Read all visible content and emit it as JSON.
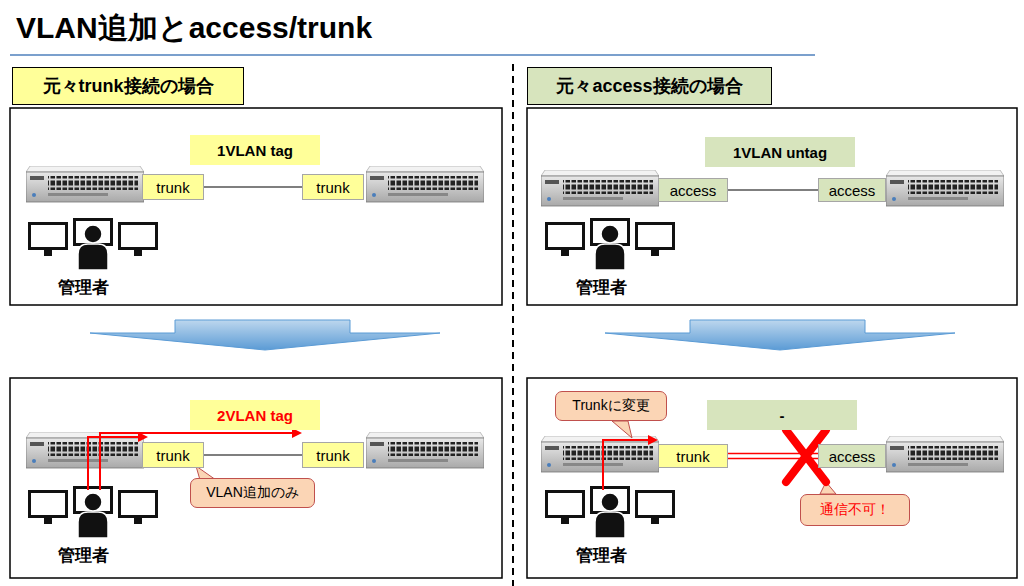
{
  "diagram": {
    "title": "VLAN追加とaccess/trunk",
    "nodes": [
      {
        "text": [
          "元々trunk接続の場合"
        ]
      },
      {
        "text": [
          "1VLAN tag"
        ]
      },
      {
        "text": [
          "trunk"
        ]
      },
      {
        "text": [
          "trunk"
        ]
      },
      {
        "text": [
          "2VLAN tag"
        ]
      },
      {
        "text": [
          "trunk"
        ]
      },
      {
        "text": [
          "trunk"
        ]
      },
      {
        "text": [
          "VLAN追加のみ"
        ]
      },
      {
        "text": [
          "元々access接続の場合"
        ]
      },
      {
        "text": [
          "1VLAN untag"
        ]
      },
      {
        "text": [
          "access"
        ]
      },
      {
        "text": [
          "access"
        ]
      },
      {
        "text": [
          "Trunkに変更"
        ]
      },
      {
        "text": [
          "-"
        ]
      },
      {
        "text": [
          "trunk"
        ]
      },
      {
        "text": [
          "access"
        ]
      },
      {
        "text": [
          "通信不可！"
        ]
      }
    ],
    "edges": [
      {
        "from": 2,
        "to": 3,
        "arrow": "none"
      },
      {
        "from": 5,
        "to": 6,
        "arrow": "none"
      },
      {
        "from": 10,
        "to": 11,
        "arrow": "none"
      },
      {
        "from": 14,
        "to": 15,
        "arrow": "none"
      }
    ],
    "labels": [
      "管理者",
      "管理者",
      "管理者",
      "管理者"
    ]
  }
}
